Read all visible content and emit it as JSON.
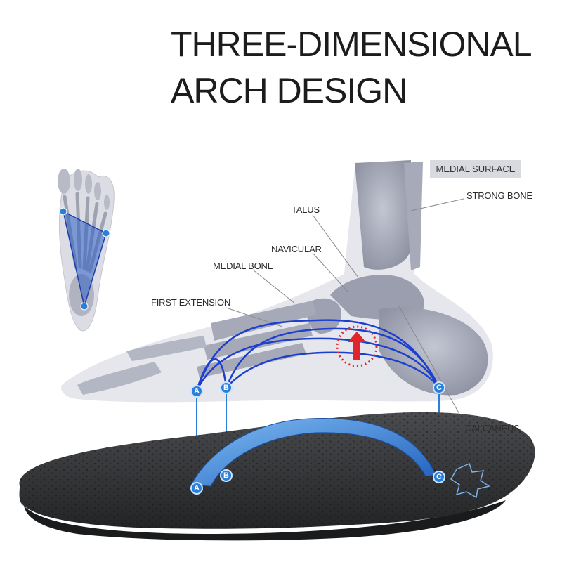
{
  "title": {
    "line1": "THREE-DIMENSIONAL",
    "line2": "ARCH DESIGN"
  },
  "tag": "MEDIAL SURFACE",
  "labels": {
    "strong_bone": "STRONG BONE",
    "talus": "TALUS",
    "navicular": "NAVICULAR",
    "medial_bone": "MEDIAL BONE",
    "first_extension": "FIRST EXTENSION",
    "calcaneus": "CALCANEUS"
  },
  "points": {
    "a": "A",
    "b": "B",
    "c": "C"
  },
  "colors": {
    "arch_line": "#1d3fcf",
    "marker": "#2a7fd8",
    "arrow": "#e0262b",
    "insole": "#3a3b3d",
    "arch_support": "#2f7fdc"
  }
}
